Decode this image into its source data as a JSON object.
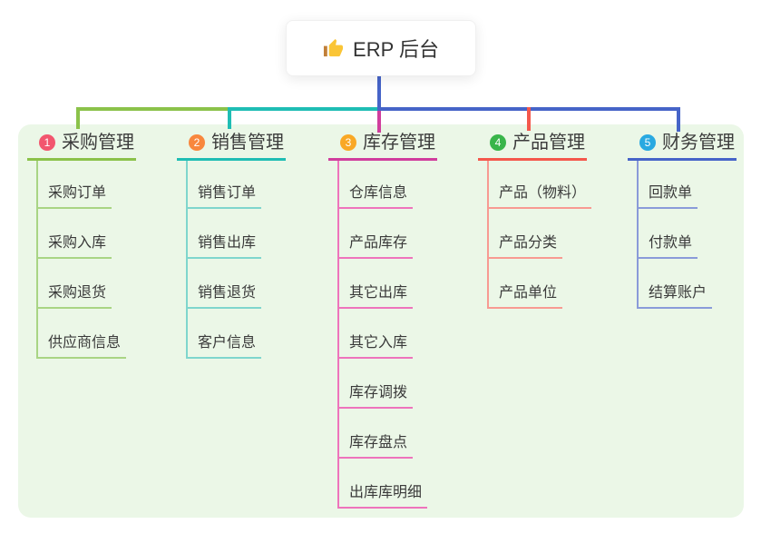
{
  "root": {
    "icon": "thumbs-up",
    "label": "ERP 后台"
  },
  "branches": [
    {
      "badge": "1",
      "title": "采购管理",
      "color": "#8BC24A",
      "light_color": "#A9D584",
      "badge_color": "#F2566E",
      "children": [
        "采购订单",
        "采购入库",
        "采购退货",
        "供应商信息"
      ]
    },
    {
      "badge": "2",
      "title": "销售管理",
      "color": "#1FBDB4",
      "light_color": "#7FD6CD",
      "badge_color": "#F8873D",
      "children": [
        "销售订单",
        "销售出库",
        "销售退货",
        "客户信息"
      ]
    },
    {
      "badge": "3",
      "title": "库存管理",
      "color": "#D03E9D",
      "light_color": "#EE74BC",
      "badge_color": "#F9A825",
      "children": [
        "仓库信息",
        "产品库存",
        "其它出库",
        "其它入库",
        "库存调拨",
        "库存盘点",
        "出库库明细"
      ]
    },
    {
      "badge": "4",
      "title": "产品管理",
      "color": "#F4584C",
      "light_color": "#F89A92",
      "badge_color": "#39B54A",
      "children": [
        "产品（物料）",
        "产品分类",
        "产品单位"
      ]
    },
    {
      "badge": "5",
      "title": "财务管理",
      "color": "#4664C8",
      "light_color": "#8A9BD9",
      "badge_color": "#29A9E1",
      "children": [
        "回款单",
        "付款单",
        "结算账户"
      ]
    }
  ],
  "colors": {
    "canvas_bg": "#FFFFFF",
    "panel_bg": "#EBF7E7",
    "text": "#3C3C3C"
  }
}
